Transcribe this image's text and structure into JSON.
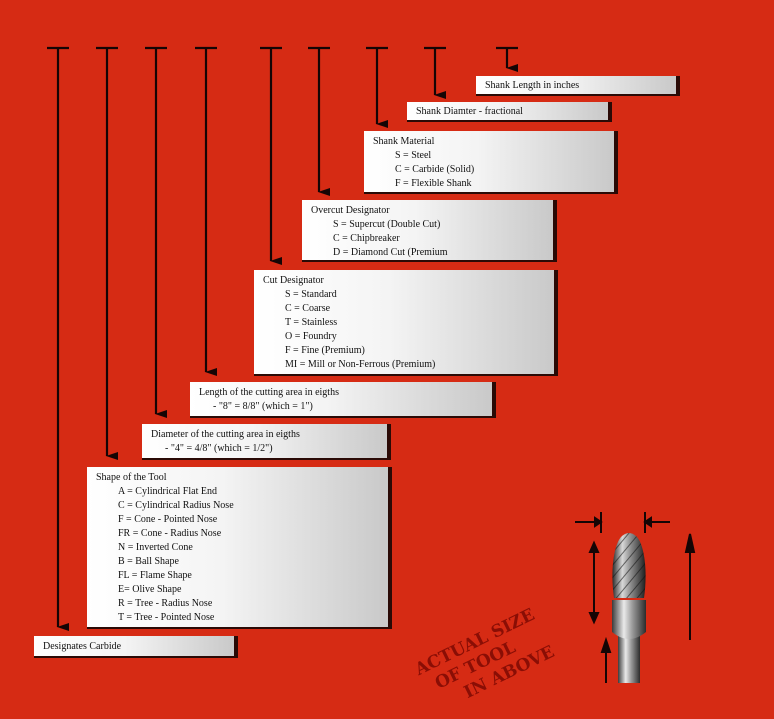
{
  "colors": {
    "background": "#d62b14",
    "arrow": "#150505",
    "box_edge": "#2a0a06",
    "caption": "#8a0e05"
  },
  "boxes": {
    "shank_length": {
      "title": "Shank Length in inches"
    },
    "shank_diameter": {
      "title": "Shank Diamter - fractional"
    },
    "shank_material": {
      "title": "Shank Material",
      "options": [
        "S = Steel",
        "C = Carbide (Solid)",
        "F = Flexible Shank"
      ]
    },
    "overcut": {
      "title": "Overcut Designator",
      "options": [
        "S = Supercut (Double Cut)",
        "C = Chipbreaker",
        "D = Diamond Cut (Premium"
      ]
    },
    "cut": {
      "title": "Cut Designator",
      "options": [
        "S = Standard",
        "C = Coarse",
        "T = Stainless",
        "O = Foundry",
        "F = Fine (Premium)",
        "MI = Mill or Non-Ferrous (Premium)"
      ]
    },
    "cut_length": {
      "title": "Length of the cutting area in eigths",
      "note": "-   \"8\" = 8/8\" (which = 1\")"
    },
    "cut_diameter": {
      "title": "Diameter of the cutting area in eigths",
      "note": "-   \"4\" = 4/8\" (which = 1/2\")"
    },
    "shape": {
      "title": "Shape of the Tool",
      "options": [
        "A = Cylindrical Flat End",
        "C = Cylindrical Radius Nose",
        "F = Cone - Pointed Nose",
        "FR = Cone - Radius Nose",
        "N = Inverted Cone",
        "B = Ball Shape",
        "FL = Flame Shape",
        "E= Olive Shape",
        "R = Tree - Radius Nose",
        "T = Tree - Pointed Nose"
      ]
    },
    "carbide": {
      "title": "Designates Carbide"
    }
  },
  "caption": {
    "line1": "ACTUAL SIZE",
    "line2": "OF TOOL",
    "line3": "IN ABOVE"
  }
}
